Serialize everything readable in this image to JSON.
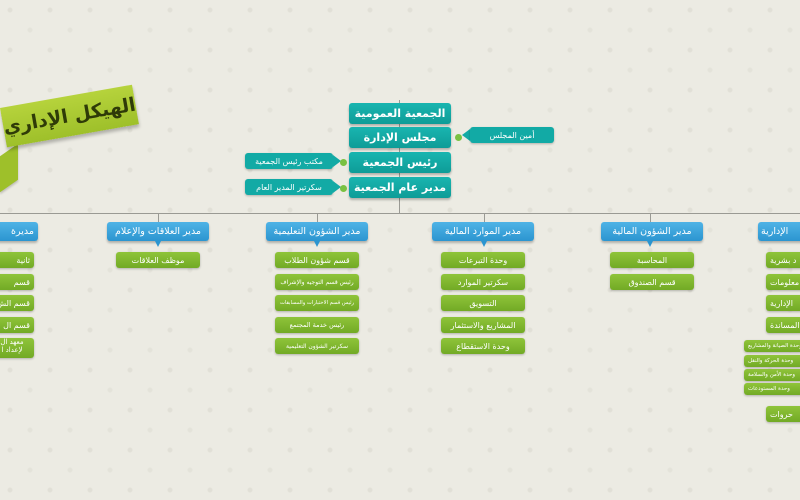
{
  "title": "الهيكل الإداري",
  "colors": {
    "teal": "#12aaa5",
    "blue": "#2b95d0",
    "green": "#7fb72f",
    "banner": "#a8c832"
  },
  "top_chain": [
    "الجمعية العمومية",
    "مجلس الإدارة",
    "رئيس الجمعية",
    "مدير عام الجمعية"
  ],
  "side_boxes": {
    "board_secretary": "أمين المجلس",
    "president_office": "مكتب رئيس الجمعية",
    "gm_secretary": "سكرتير المدير العام"
  },
  "departments": [
    {
      "title": "مديرة",
      "subs": [
        "ثانية",
        "قسم",
        "قسم الش",
        "قسم ال"
      ],
      "extra": [
        "معهد ال",
        "لإعداد ا"
      ]
    },
    {
      "title": "مدير العلاقات والإعلام",
      "subs": [
        "موظف العلاقات"
      ]
    },
    {
      "title": "مدير الشؤون التعليمية",
      "subs": [
        "قسم شؤون الطلاب",
        "رئيس قسم التوجيه والإشراف",
        "رئيس قسم الاختبارات والمسابقات",
        "رئيس خدمة المجتمع",
        "سكرتير الشؤون التعليمية"
      ]
    },
    {
      "title": "مدير الموارد المالية",
      "subs": [
        "وحدة التبرعات",
        "سكرتير الموارد",
        "التسويق",
        "المشاريع والاستثمار",
        "وحدة الاستقطاع"
      ]
    },
    {
      "title": "مدير الشؤون المالية",
      "subs": [
        "المحاسبة",
        "قسم الصندوق"
      ]
    },
    {
      "title": "الإدارية",
      "subs": [
        "د بشرية",
        "معلومات",
        "الإدارية",
        "المساندة",
        "وحدة الصيانة والمشاريع",
        "وحدة الحركة والنقل",
        "وحدة الأمن والسلامة",
        "وحدة المستودعات",
        "حروات"
      ]
    }
  ]
}
